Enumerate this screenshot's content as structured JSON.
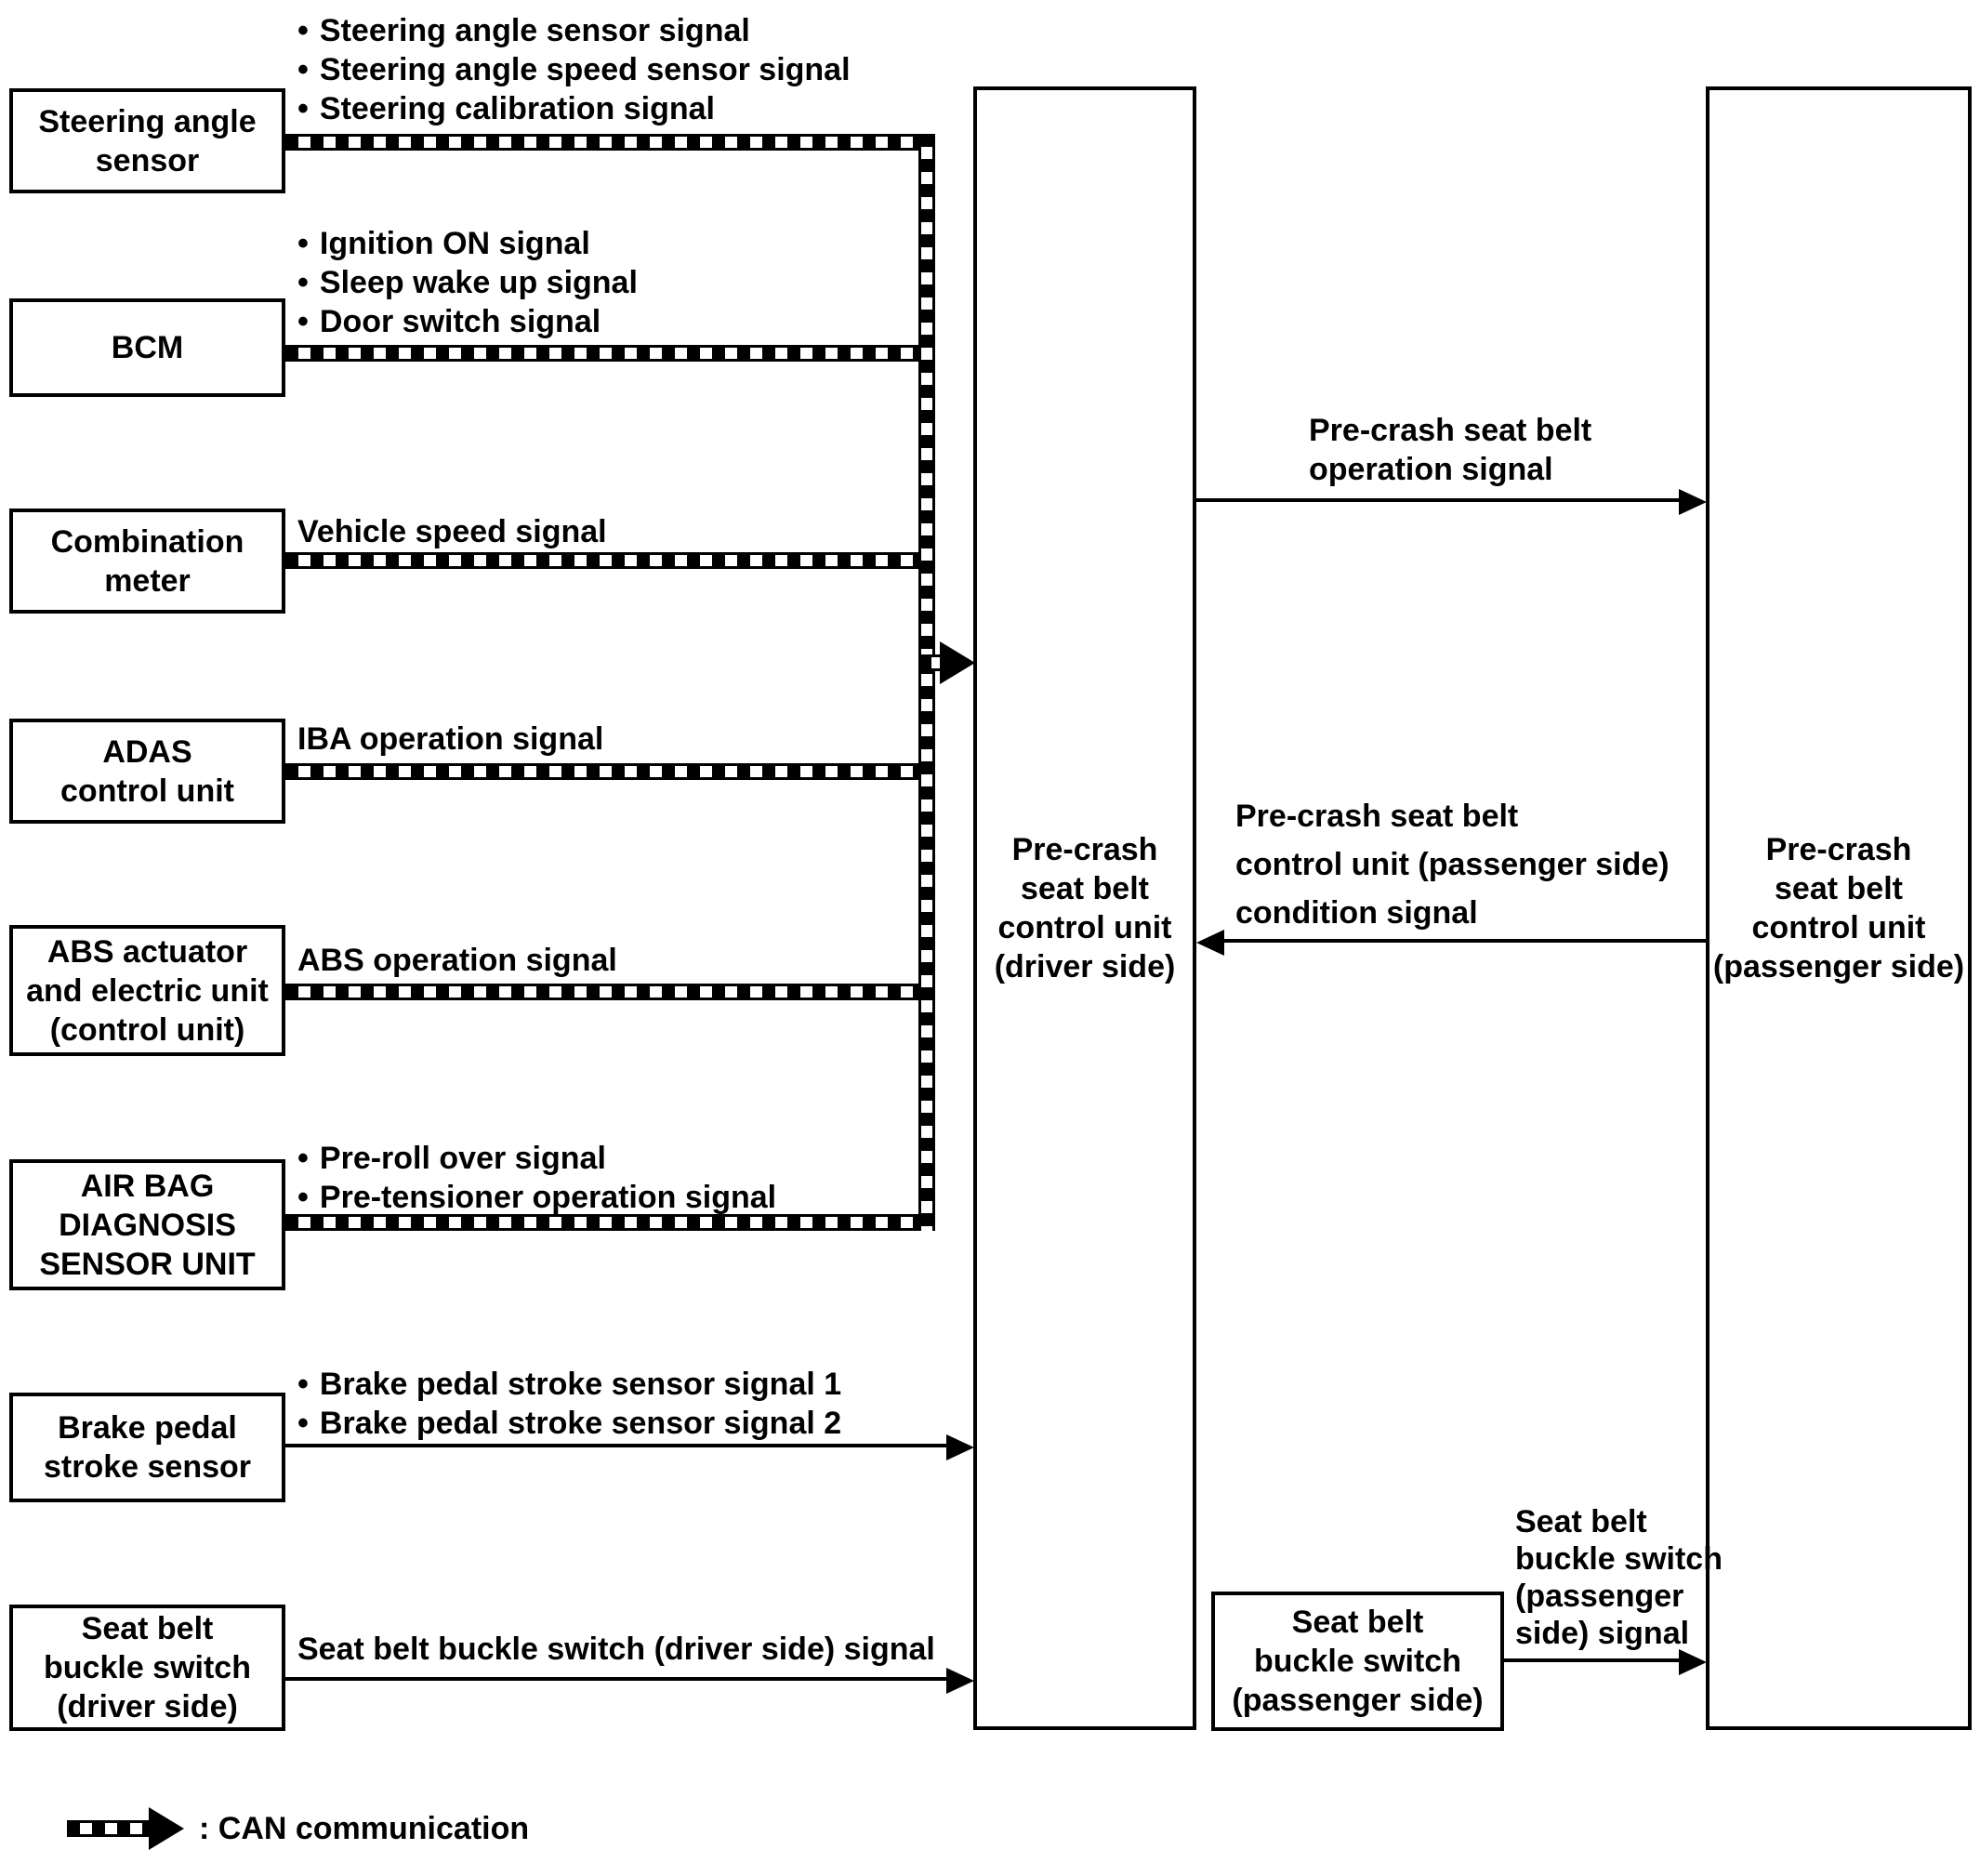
{
  "diagram": {
    "bullet_char": "•",
    "colors": {
      "line": "#000000",
      "background": "#ffffff"
    },
    "boxes": {
      "steering_angle_sensor": {
        "lines": [
          "Steering angle",
          "sensor"
        ]
      },
      "bcm": {
        "lines": [
          "BCM"
        ]
      },
      "combination_meter": {
        "lines": [
          "Combination",
          "meter"
        ]
      },
      "adas_control_unit": {
        "lines": [
          "ADAS",
          "control unit"
        ]
      },
      "abs_actuator": {
        "lines": [
          "ABS actuator",
          "and electric unit",
          "(control unit)"
        ]
      },
      "air_bag_diagnosis": {
        "lines": [
          "AIR BAG",
          "DIAGNOSIS",
          "SENSOR UNIT"
        ]
      },
      "brake_pedal_stroke_sensor": {
        "lines": [
          "Brake pedal",
          "stroke sensor"
        ]
      },
      "seat_belt_buckle_driver": {
        "lines": [
          "Seat belt",
          "buckle switch",
          "(driver side)"
        ]
      },
      "precrash_driver": {
        "lines": [
          "Pre-crash",
          "seat belt",
          "control unit",
          "(driver side)"
        ]
      },
      "seat_belt_buckle_passenger": {
        "lines": [
          "Seat belt",
          "buckle switch",
          "(passenger side)"
        ]
      },
      "precrash_passenger": {
        "lines": [
          "Pre-crash",
          "seat belt",
          "control unit",
          "(passenger side)"
        ]
      }
    },
    "signals": {
      "steering": {
        "items": [
          "Steering angle sensor signal",
          "Steering angle speed sensor signal",
          "Steering calibration signal"
        ]
      },
      "bcm": {
        "items": [
          "Ignition ON signal",
          "Sleep wake up signal",
          "Door switch signal"
        ]
      },
      "vehicle_speed": {
        "label": "Vehicle speed signal"
      },
      "iba": {
        "label": "IBA operation signal"
      },
      "abs": {
        "label": "ABS operation signal"
      },
      "airbag": {
        "items": [
          "Pre-roll over signal",
          "Pre-tensioner operation signal"
        ]
      },
      "brake": {
        "items": [
          "Brake pedal stroke sensor signal 1",
          "Brake pedal stroke sensor signal 2"
        ]
      },
      "seat_belt_driver": {
        "label": "Seat belt buckle switch (driver side) signal"
      },
      "operation": {
        "lines": [
          "Pre-crash seat belt",
          "operation signal"
        ]
      },
      "condition": {
        "lines": [
          "Pre-crash seat belt",
          "control unit (passenger side)",
          "condition signal"
        ]
      },
      "seat_belt_passenger": {
        "lines": [
          "Seat belt",
          "buckle switch",
          "(passenger",
          "side) signal"
        ]
      }
    },
    "legend": {
      "label": ": CAN communication"
    }
  }
}
